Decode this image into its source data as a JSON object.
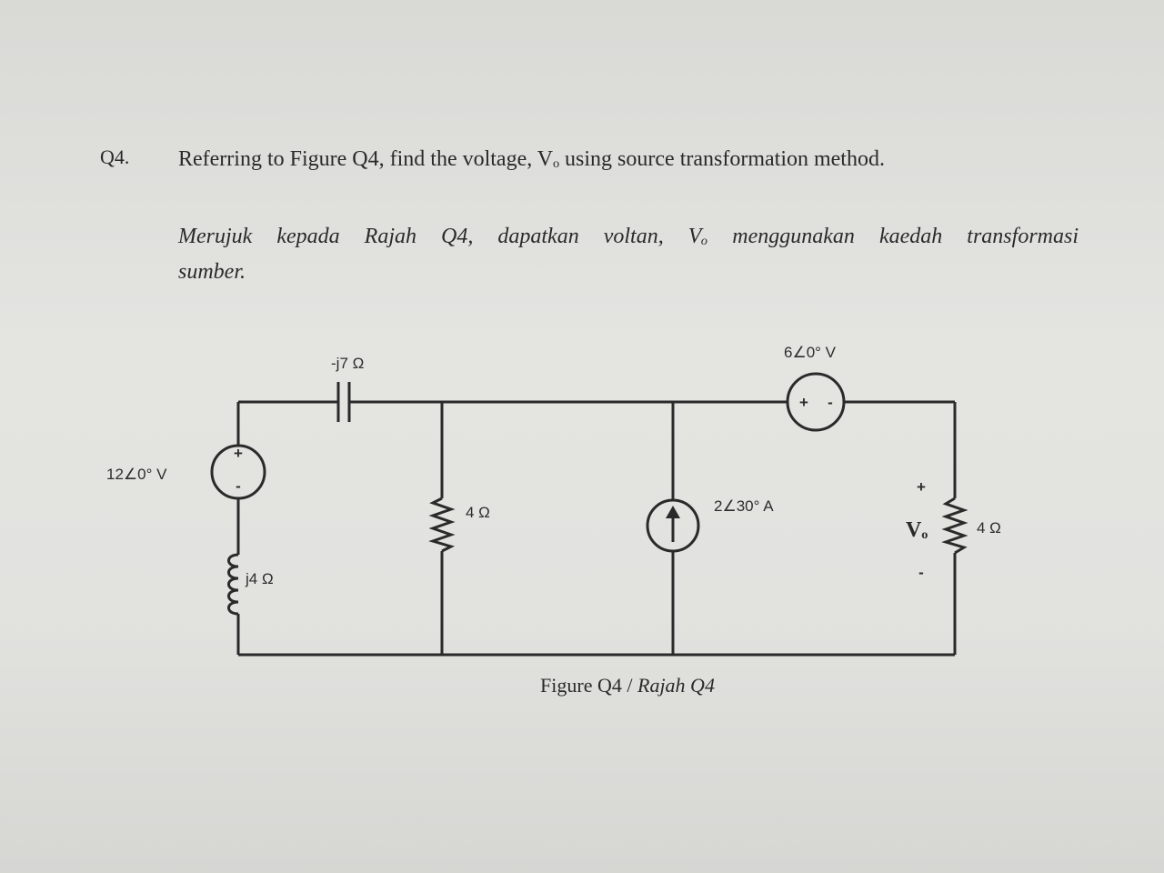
{
  "question": {
    "number": "Q4.",
    "english": "Referring to Figure Q4, find the voltage, Vₒ using source transformation method.",
    "malay_line1": "Merujuk kepada Rajah Q4, dapatkan voltan, Vₒ menggunakan kaedah transformasi",
    "malay_line2": "sumber."
  },
  "circuit": {
    "source_voltage_left": "12∠0° V",
    "capacitor": "-j7 Ω",
    "inductor": "j4 Ω",
    "resistor_middle": "4 Ω",
    "current_source": "2∠30° A",
    "source_voltage_top": "6∠0° V",
    "resistor_right": "4 Ω",
    "output_label": "Vₒ",
    "plus": "+",
    "minus": "-"
  },
  "figure": {
    "caption_en": "Figure Q4",
    "separator": " / ",
    "caption_ms": "Rajah Q4"
  }
}
